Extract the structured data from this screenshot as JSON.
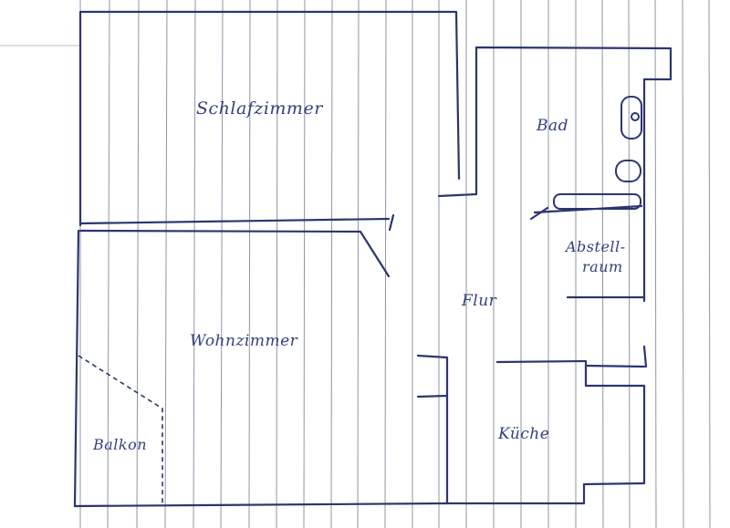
{
  "plan": {
    "ink_color": "#2c3570",
    "paper_rule_color": "#8f95a6",
    "rooms": {
      "schlafzimmer": "Schlafzimmer",
      "bad": "Bad",
      "abstellraum_line1": "Abstell-",
      "abstellraum_line2": "raum",
      "flur": "Flur",
      "wohnzimmer": "Wohnzimmer",
      "balkon": "Balkon",
      "kueche": "Küche"
    }
  }
}
